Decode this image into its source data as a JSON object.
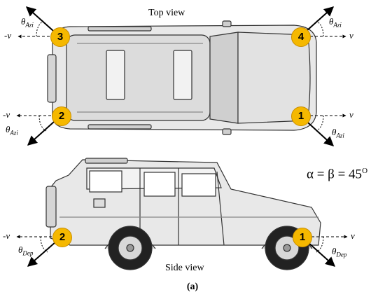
{
  "labels": {
    "top_view": "Top view",
    "side_view": "Side view",
    "figure_label": "(a)",
    "equation_lhs": "α = β = 45",
    "equation_sup": "O",
    "velocity": "v",
    "neg_velocity": "-v",
    "theta": "θ",
    "azi": "Azi",
    "dep": "Dep"
  },
  "sensors": {
    "top": [
      "1",
      "2",
      "3",
      "4"
    ],
    "side": [
      "1",
      "2"
    ]
  },
  "colors": {
    "badge_fill": "#f5b800",
    "car_body": "#e8e8e8",
    "car_outline": "#333333",
    "tire": "#222222"
  }
}
